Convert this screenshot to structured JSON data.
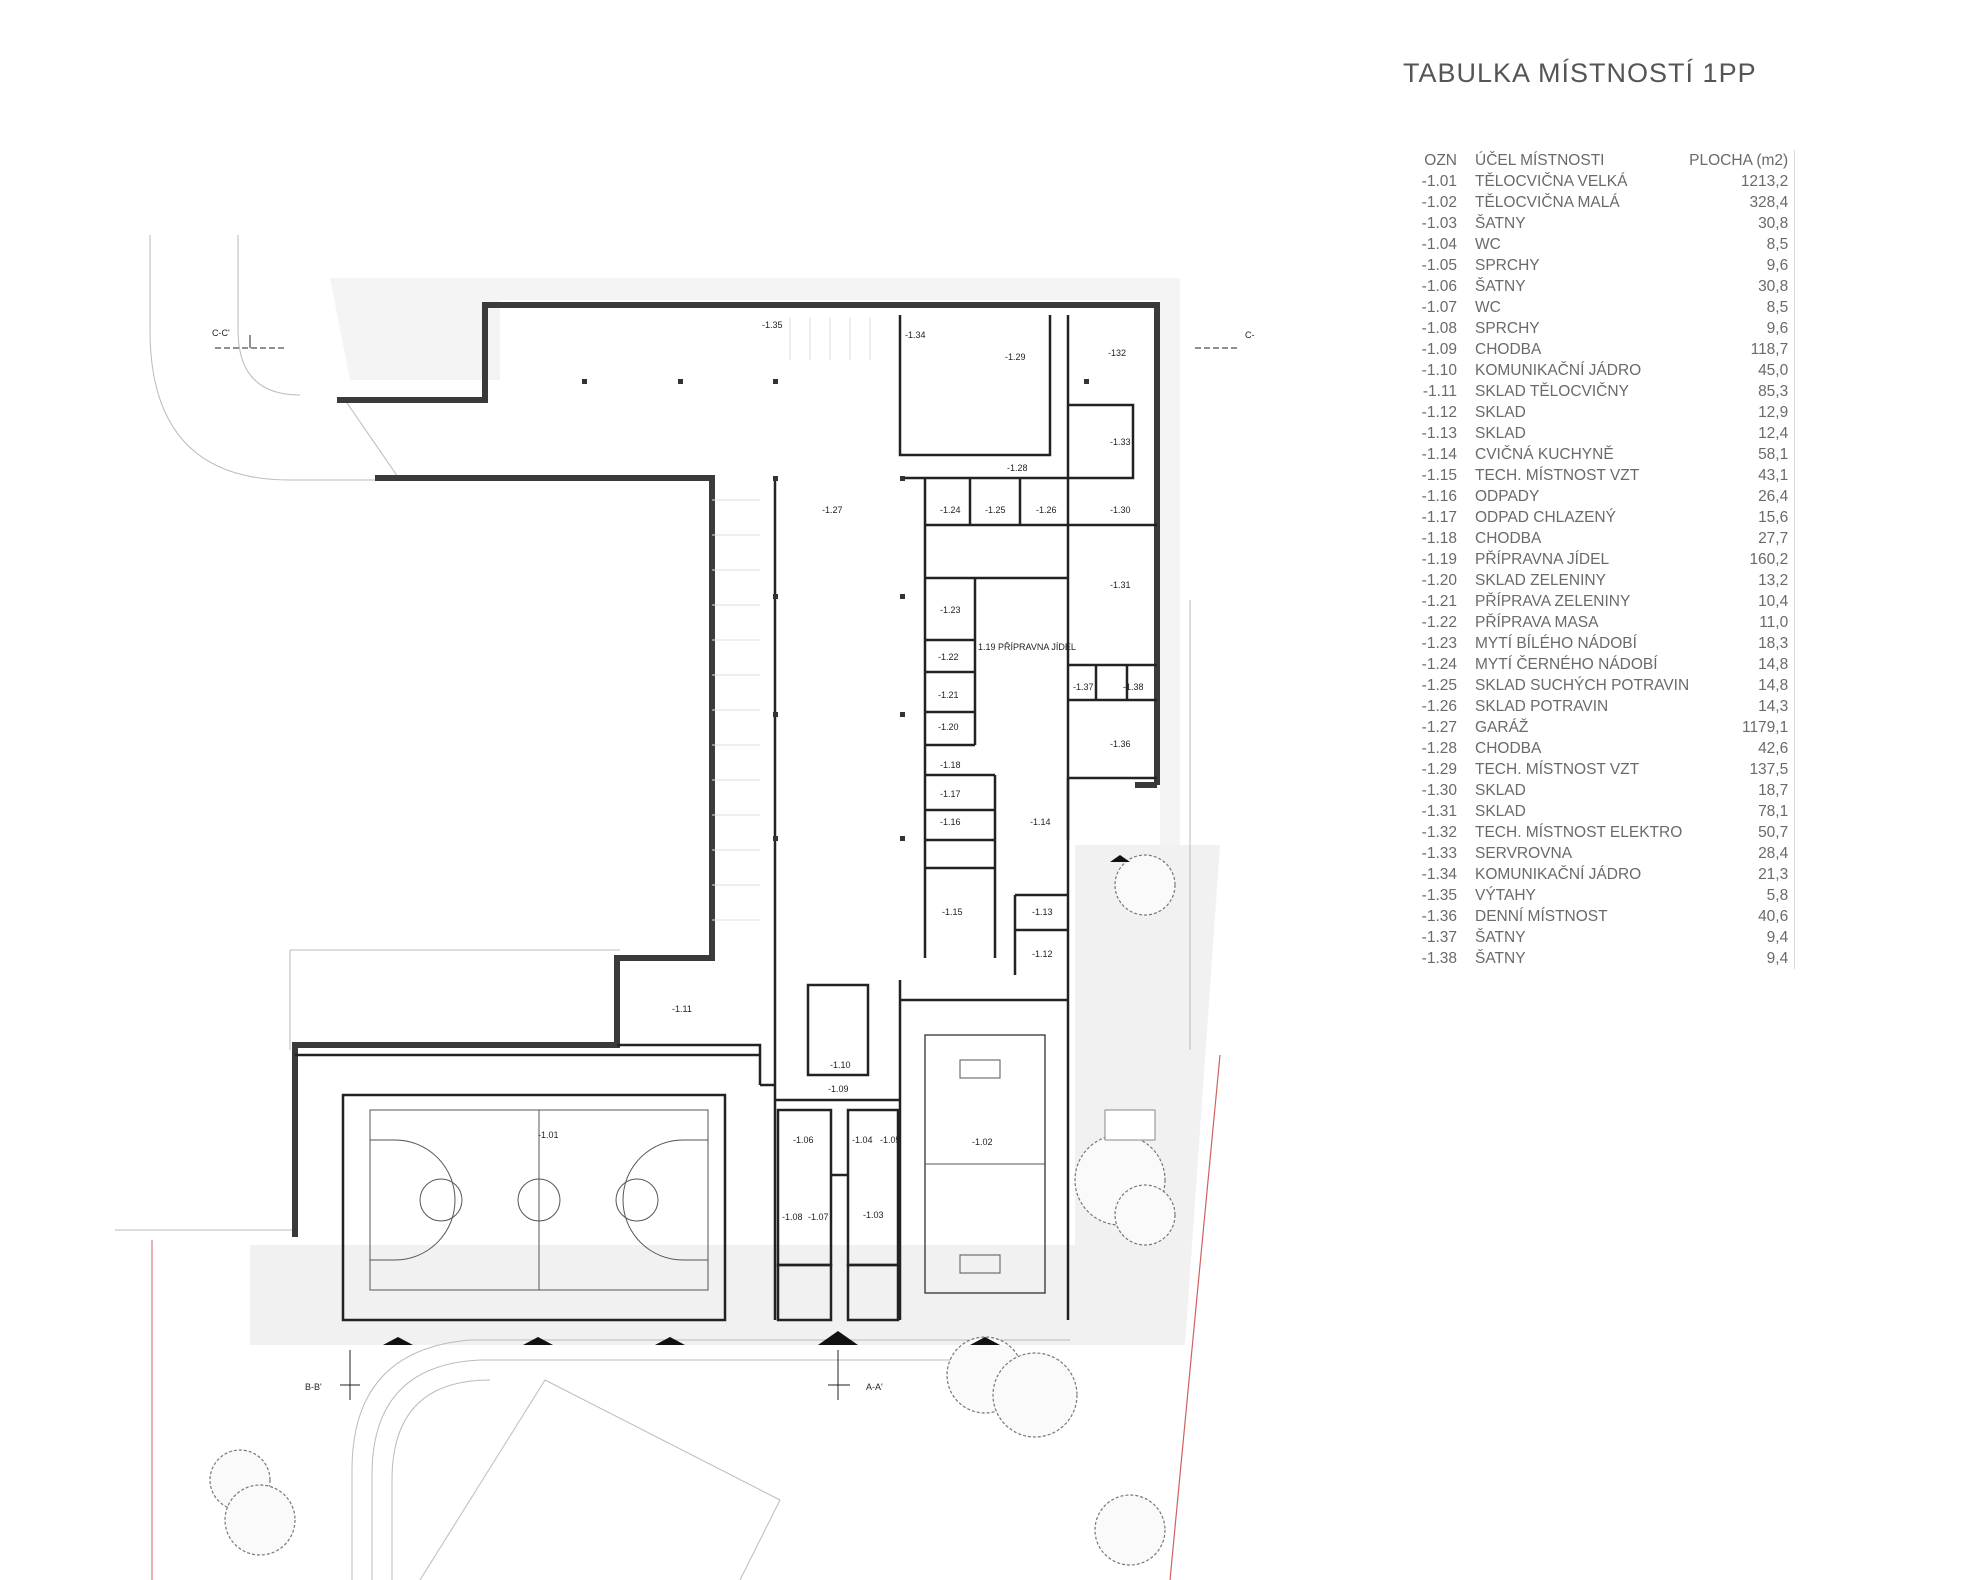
{
  "table": {
    "title": "TABULKA MÍSTNOSTÍ 1PP",
    "headers": {
      "code": "OZN",
      "name": "ÚČEL MÍSTNOSTI",
      "area": "PLOCHA (m2)"
    },
    "rows": [
      {
        "code": "-1.01",
        "name": "TĚLOCVIČNA VELKÁ",
        "area": "1213,2"
      },
      {
        "code": "-1.02",
        "name": "TĚLOCVIČNA MALÁ",
        "area": "328,4"
      },
      {
        "code": "-1.03",
        "name": "ŠATNY",
        "area": "30,8"
      },
      {
        "code": "-1.04",
        "name": "WC",
        "area": "8,5"
      },
      {
        "code": "-1.05",
        "name": "SPRCHY",
        "area": "9,6"
      },
      {
        "code": "-1.06",
        "name": "ŠATNY",
        "area": "30,8"
      },
      {
        "code": "-1.07",
        "name": "WC",
        "area": "8,5"
      },
      {
        "code": "-1.08",
        "name": "SPRCHY",
        "area": "9,6"
      },
      {
        "code": "-1.09",
        "name": "CHODBA",
        "area": "118,7"
      },
      {
        "code": "-1.10",
        "name": "KOMUNIKAČNÍ JÁDRO",
        "area": "45,0"
      },
      {
        "code": "-1.11",
        "name": "SKLAD TĚLOCVIČNY",
        "area": "85,3"
      },
      {
        "code": "-1.12",
        "name": "SKLAD",
        "area": "12,9"
      },
      {
        "code": "-1.13",
        "name": "SKLAD",
        "area": "12,4"
      },
      {
        "code": "-1.14",
        "name": "CVIČNÁ KUCHYNĚ",
        "area": "58,1"
      },
      {
        "code": "-1.15",
        "name": "TECH. MÍSTNOST VZT",
        "area": "43,1"
      },
      {
        "code": "-1.16",
        "name": "ODPADY",
        "area": "26,4"
      },
      {
        "code": "-1.17",
        "name": "ODPAD CHLAZENÝ",
        "area": "15,6"
      },
      {
        "code": "-1.18",
        "name": "CHODBA",
        "area": "27,7"
      },
      {
        "code": "-1.19",
        "name": "PŘÍPRAVNA JÍDEL",
        "area": "160,2"
      },
      {
        "code": "-1.20",
        "name": "SKLAD ZELENINY",
        "area": "13,2"
      },
      {
        "code": "-1.21",
        "name": "PŘÍPRAVA ZELENINY",
        "area": "10,4"
      },
      {
        "code": "-1.22",
        "name": "PŘÍPRAVA MASA",
        "area": "11,0"
      },
      {
        "code": "-1.23",
        "name": "MYTÍ BÍLÉHO NÁDOBÍ",
        "area": "18,3"
      },
      {
        "code": "-1.24",
        "name": "MYTÍ ČERNÉHO NÁDOBÍ",
        "area": "14,8"
      },
      {
        "code": "-1.25",
        "name": "SKLAD SUCHÝCH POTRAVIN",
        "area": "14,8"
      },
      {
        "code": "-1.26",
        "name": "SKLAD POTRAVIN",
        "area": "14,3"
      },
      {
        "code": "-1.27",
        "name": "GARÁŽ",
        "area": "1179,1"
      },
      {
        "code": "-1.28",
        "name": "CHODBA",
        "area": "42,6"
      },
      {
        "code": "-1.29",
        "name": "TECH. MÍSTNOST VZT",
        "area": "137,5"
      },
      {
        "code": "-1.30",
        "name": "SKLAD",
        "area": "18,7"
      },
      {
        "code": "-1.31",
        "name": "SKLAD",
        "area": "78,1"
      },
      {
        "code": "-1.32",
        "name": "TECH. MÍSTNOST ELEKTRO",
        "area": "50,7"
      },
      {
        "code": "-1.33",
        "name": "SERVROVNA",
        "area": "28,4"
      },
      {
        "code": "-1.34",
        "name": "KOMUNIKAČNÍ JÁDRO",
        "area": "21,3"
      },
      {
        "code": "-1.35",
        "name": "VÝTAHY",
        "area": "5,8"
      },
      {
        "code": "-1.36",
        "name": "DENNÍ MÍSTNOST",
        "area": "40,6"
      },
      {
        "code": "-1.37",
        "name": "ŠATNY",
        "area": "9,4"
      },
      {
        "code": "-1.38",
        "name": "ŠATNY",
        "area": "9,4"
      }
    ]
  },
  "plan": {
    "section_labels": {
      "cc": "C-C'",
      "cc_right": "C-",
      "bb": "B-B'",
      "aa": "A-A'"
    },
    "room_labels": {
      "r101": "-1.01",
      "r102": "-1.02",
      "r103": "-1.03",
      "r104": "-1.04",
      "r105": "-1.05",
      "r106": "-1.06",
      "r107": "-1.07",
      "r108": "-1.08",
      "r109": "-1.09",
      "r110": "-1.10",
      "r111": "-1.11",
      "r112": "-1.12",
      "r113": "-1.13",
      "r114": "-1.14",
      "r115": "-1.15",
      "r116": "-1.16",
      "r117": "-1.17",
      "r118": "-1.18",
      "r119": "1.19 PŘÍPRAVNA JÍDEL",
      "r120": "-1.20",
      "r121": "-1.21",
      "r122": "-1.22",
      "r123": "-1.23",
      "r124": "-1.24",
      "r125": "-1.25",
      "r126": "-1.26",
      "r127": "-1.27",
      "r128": "-1.28",
      "r129": "-1.29",
      "r130": "-1.30",
      "r131": "-1.31",
      "r132": "-132",
      "r133": "-1.33",
      "r134": "-1.34",
      "r135": "-1.35",
      "r136": "-1.36",
      "r137": "-1.37",
      "r138": "-1.38"
    },
    "colors": {
      "wall": "#3a3a3a",
      "line": "#222222",
      "light": "#bbbbbb",
      "ground": "#eeeeee",
      "boundary": "#c84a4a"
    }
  }
}
